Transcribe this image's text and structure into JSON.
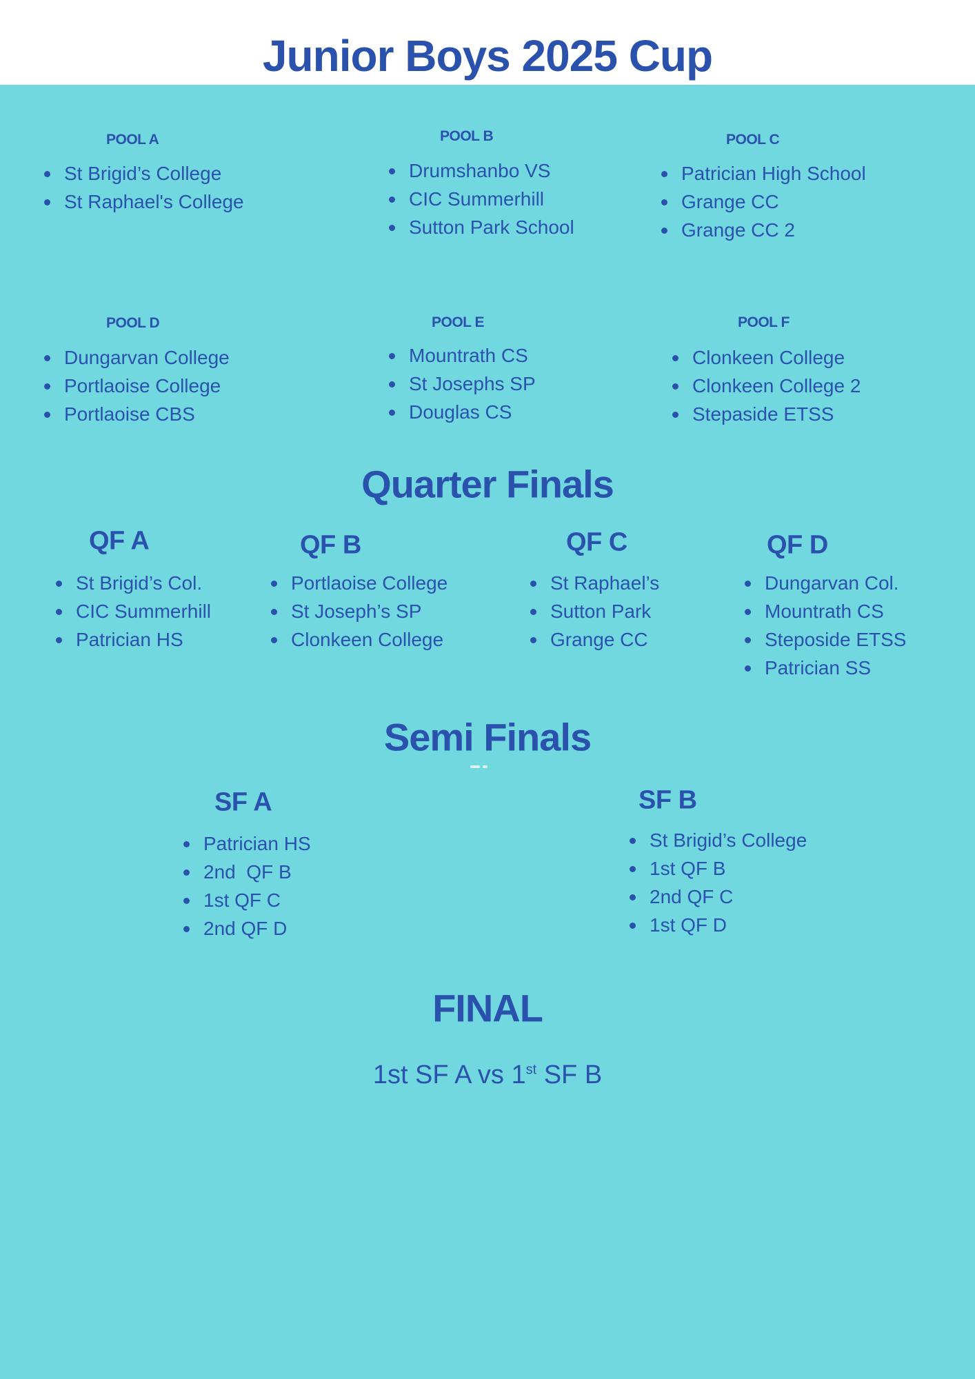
{
  "title": "Junior Boys 2025 Cup",
  "pools": [
    {
      "name": "POOL A",
      "teams": [
        "St Brigid’s College",
        "St Raphael's College"
      ]
    },
    {
      "name": "POOL B",
      "teams": [
        "Drumshanbo VS",
        "CIC Summerhill",
        "Sutton Park School"
      ]
    },
    {
      "name": "POOL C",
      "teams": [
        "Patrician High School",
        "Grange CC",
        "Grange CC 2"
      ]
    },
    {
      "name": "POOL D",
      "teams": [
        "Dungarvan College",
        "Portlaoise College",
        "Portlaoise CBS"
      ]
    },
    {
      "name": "POOL E",
      "teams": [
        "Mountrath CS",
        "St Josephs SP",
        "Douglas CS"
      ]
    },
    {
      "name": "POOL F",
      "teams": [
        "Clonkeen College",
        "Clonkeen College 2",
        "Stepaside ETSS"
      ]
    }
  ],
  "quarter_finals": {
    "heading": "Quarter Finals",
    "groups": [
      {
        "name": "QF A",
        "teams": [
          "St Brigid’s Col.",
          "CIC Summerhill",
          "Patrician HS"
        ]
      },
      {
        "name": "QF B",
        "teams": [
          "Portlaoise College",
          "St Joseph’s SP",
          "Clonkeen College"
        ]
      },
      {
        "name": "QF C",
        "teams": [
          "St Raphael’s",
          "Sutton Park",
          "Grange CC"
        ]
      },
      {
        "name": "QF D",
        "teams": [
          "Dungarvan Col.",
          "Mountrath CS",
          "Steposide ETSS",
          "Patrician SS"
        ]
      }
    ]
  },
  "semi_finals": {
    "heading": "Semi Finals",
    "groups": [
      {
        "name": "SF A",
        "teams": [
          "Patrician HS",
          "2nd  QF B",
          "1st QF C",
          "2nd QF D"
        ]
      },
      {
        "name": "SF B",
        "teams": [
          "St Brigid’s College",
          "1st QF B",
          "2nd QF C",
          "1st QF D"
        ]
      }
    ]
  },
  "final": {
    "heading": "FINAL",
    "text_before": "1st SF A vs 1",
    "superscript": "st",
    "text_after": " SF B"
  },
  "colors": {
    "background": "#72d8e0",
    "text": "#2a52ad",
    "header_bg": "#ffffff"
  }
}
